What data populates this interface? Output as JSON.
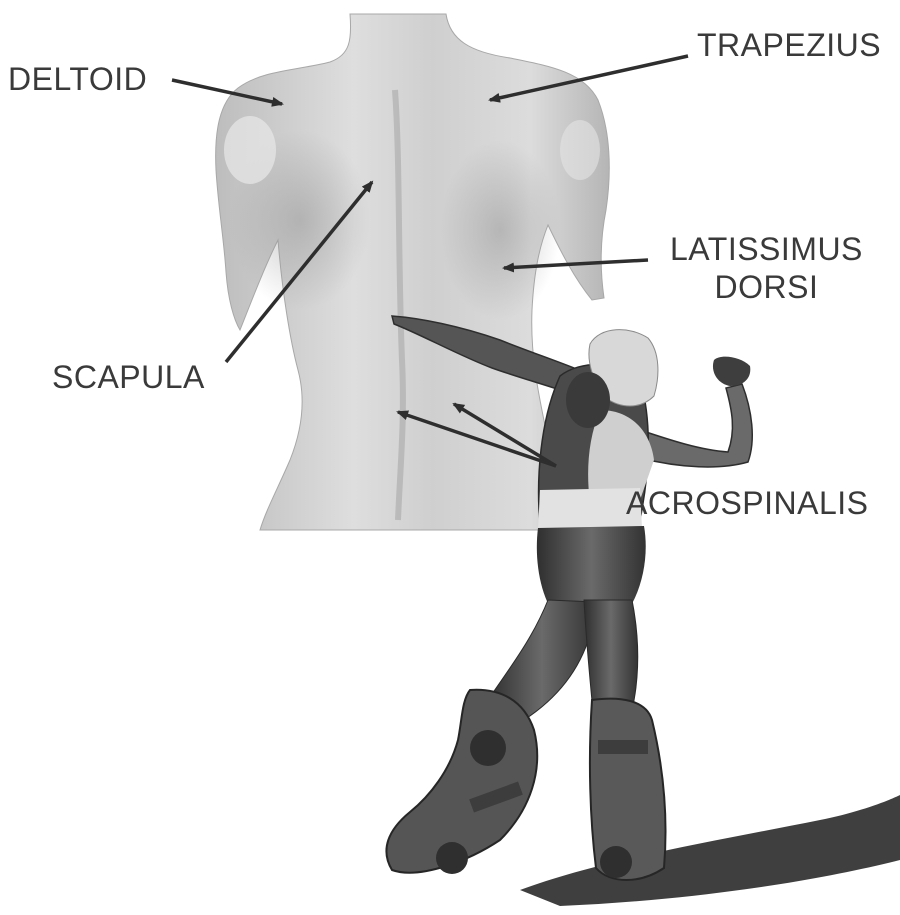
{
  "labels": {
    "deltoid": "DELTOID",
    "trapezius": "TRAPEZIUS",
    "latissimus_line1": "LATISSIMUS",
    "latissimus_line2": "DORSI",
    "scapula": "SCAPULA",
    "sacrospinalis": "ACROSPINALIS"
  },
  "colors": {
    "background": "#ffffff",
    "label_text": "#3a3a3a",
    "arrow": "#2e2e2e",
    "torso_light": "#d6d6d6",
    "torso_shadow": "#9a9a9a",
    "character_dark": "#3c3c3c",
    "character_mid": "#6e6e6e",
    "character_light": "#c9c9c9"
  }
}
